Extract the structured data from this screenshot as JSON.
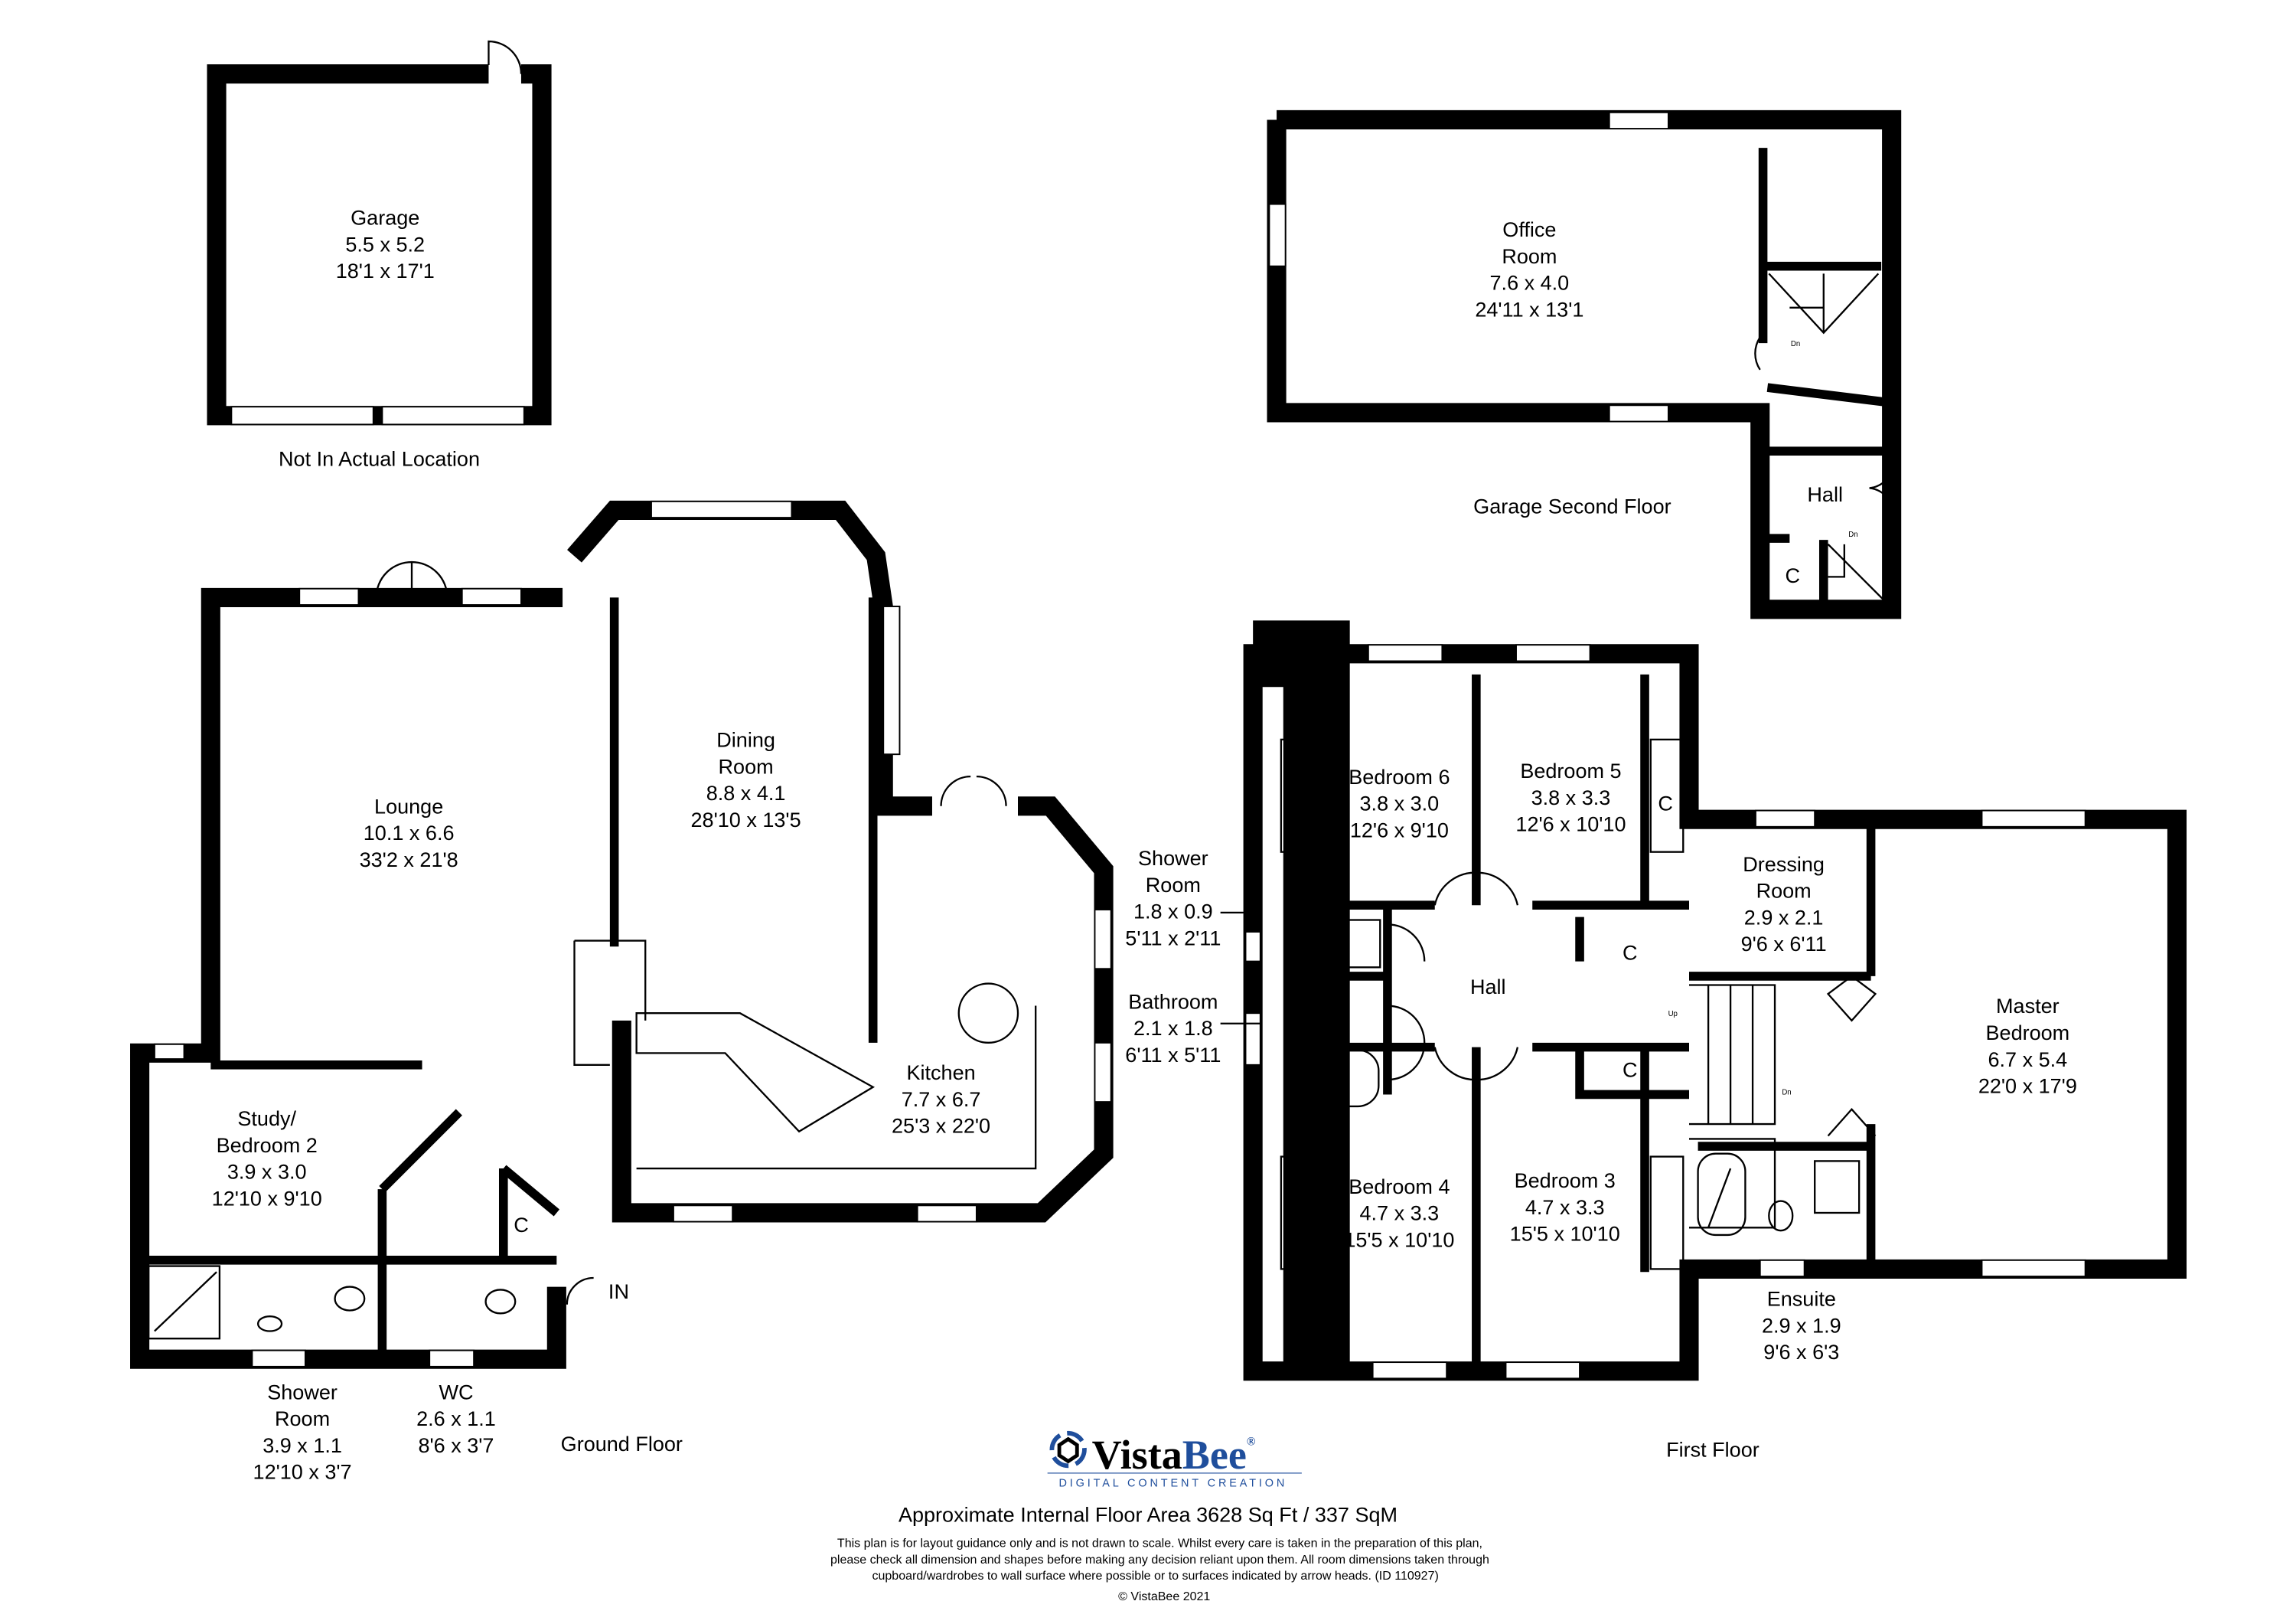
{
  "rooms": {
    "garage": {
      "name": "Garage",
      "metric": "5.5 x 5.2",
      "imperial": "18'1 x 17'1",
      "note": "Not In Actual Location"
    },
    "office": {
      "name1": "Office",
      "name2": "Room",
      "metric": "7.6 x 4.0",
      "imperial": "24'11 x 13'1"
    },
    "garage_hall": {
      "name": "Hall"
    },
    "lounge": {
      "name": "Lounge",
      "metric": "10.1 x 6.6",
      "imperial": "33'2 x 21'8"
    },
    "dining": {
      "name1": "Dining",
      "name2": "Room",
      "metric": "8.8 x 4.1",
      "imperial": "28'10 x 13'5"
    },
    "kitchen": {
      "name": "Kitchen",
      "metric": "7.7 x 6.7",
      "imperial": "25'3 x 22'0"
    },
    "study": {
      "name1": "Study/",
      "name2": "Bedroom 2",
      "metric": "3.9 x 3.0",
      "imperial": "12'10 x 9'10"
    },
    "shower_ground": {
      "name1": "Shower",
      "name2": "Room",
      "metric": "3.9 x 1.1",
      "imperial": "12'10 x 3'7"
    },
    "wc": {
      "name": "WC",
      "metric": "2.6 x 1.1",
      "imperial": "8'6 x 3'7"
    },
    "bedroom6": {
      "name": "Bedroom 6",
      "metric": "3.8 x 3.0",
      "imperial": "12'6 x 9'10"
    },
    "bedroom5": {
      "name": "Bedroom 5",
      "metric": "3.8 x 3.3",
      "imperial": "12'6 x 10'10"
    },
    "bedroom4": {
      "name": "Bedroom 4",
      "metric": "4.7 x 3.3",
      "imperial": "15'5 x 10'10"
    },
    "bedroom3": {
      "name": "Bedroom 3",
      "metric": "4.7 x 3.3",
      "imperial": "15'5 x 10'10"
    },
    "shower_first": {
      "name1": "Shower",
      "name2": "Room",
      "metric": "1.8 x 0.9",
      "imperial": "5'11 x 2'11"
    },
    "bathroom": {
      "name": "Bathroom",
      "metric": "2.1 x 1.8",
      "imperial": "6'11 x 5'11"
    },
    "first_hall": {
      "name": "Hall"
    },
    "dressing": {
      "name1": "Dressing",
      "name2": "Room",
      "metric": "2.9 x 2.1",
      "imperial": "9'6 x 6'11"
    },
    "master": {
      "name1": "Master",
      "name2": "Bedroom",
      "metric": "6.7 x 5.4",
      "imperial": "22'0 x 17'9"
    },
    "ensuite": {
      "name": "Ensuite",
      "metric": "2.9 x 1.9",
      "imperial": "9'6 x 6'3"
    }
  },
  "markers": {
    "cupboard": "C",
    "down": "Dn",
    "up": "Up",
    "entrance": "IN"
  },
  "floors": {
    "ground": "Ground Floor",
    "first": "First Floor",
    "garage_second": "Garage Second Floor"
  },
  "footer": {
    "logo_main": "Vista",
    "logo_accent": "Bee",
    "logo_reg": "®",
    "logo_tagline": "DIGITAL CONTENT CREATION",
    "area": "Approximate Internal Floor Area 3628 Sq Ft / 337 SqM",
    "disclaimer": [
      "This plan is for layout guidance only and is not drawn to scale. Whilst every care is taken in the preparation of this plan,",
      "please check all dimension and shapes before making any decision reliant upon them. All room dimensions taken through",
      "cupboard/wardrobes to wall surface where possible or to surfaces indicated by arrow heads. (ID 110927)"
    ],
    "copyright": "© VistaBee 2021"
  },
  "colors": {
    "walls": "#000000",
    "brand_blue": "#1f4e9c",
    "background": "#ffffff"
  }
}
